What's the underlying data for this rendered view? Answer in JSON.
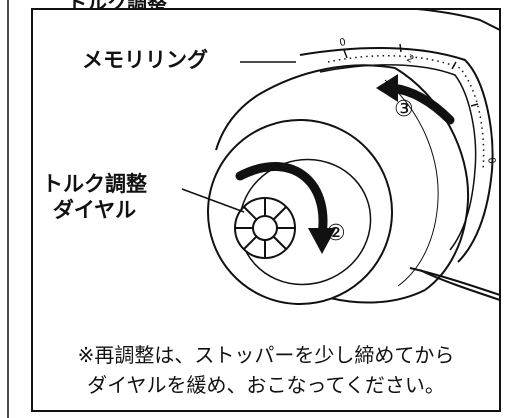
{
  "heading_fragment": "トルク調整",
  "labels": {
    "memori_ring": "メモリリング",
    "torque_line1": "トルク調整",
    "torque_line2": "ダイヤル",
    "step_2": "②",
    "step_3": "③"
  },
  "note": {
    "line1": "※再調整は、ストッパーを少し締めてから",
    "line2": "ダイヤルを緩め、おこなってください。"
  },
  "scale_marks": {
    "mark_a": "2",
    "mark_b": "0",
    "mark_c": "0"
  }
}
